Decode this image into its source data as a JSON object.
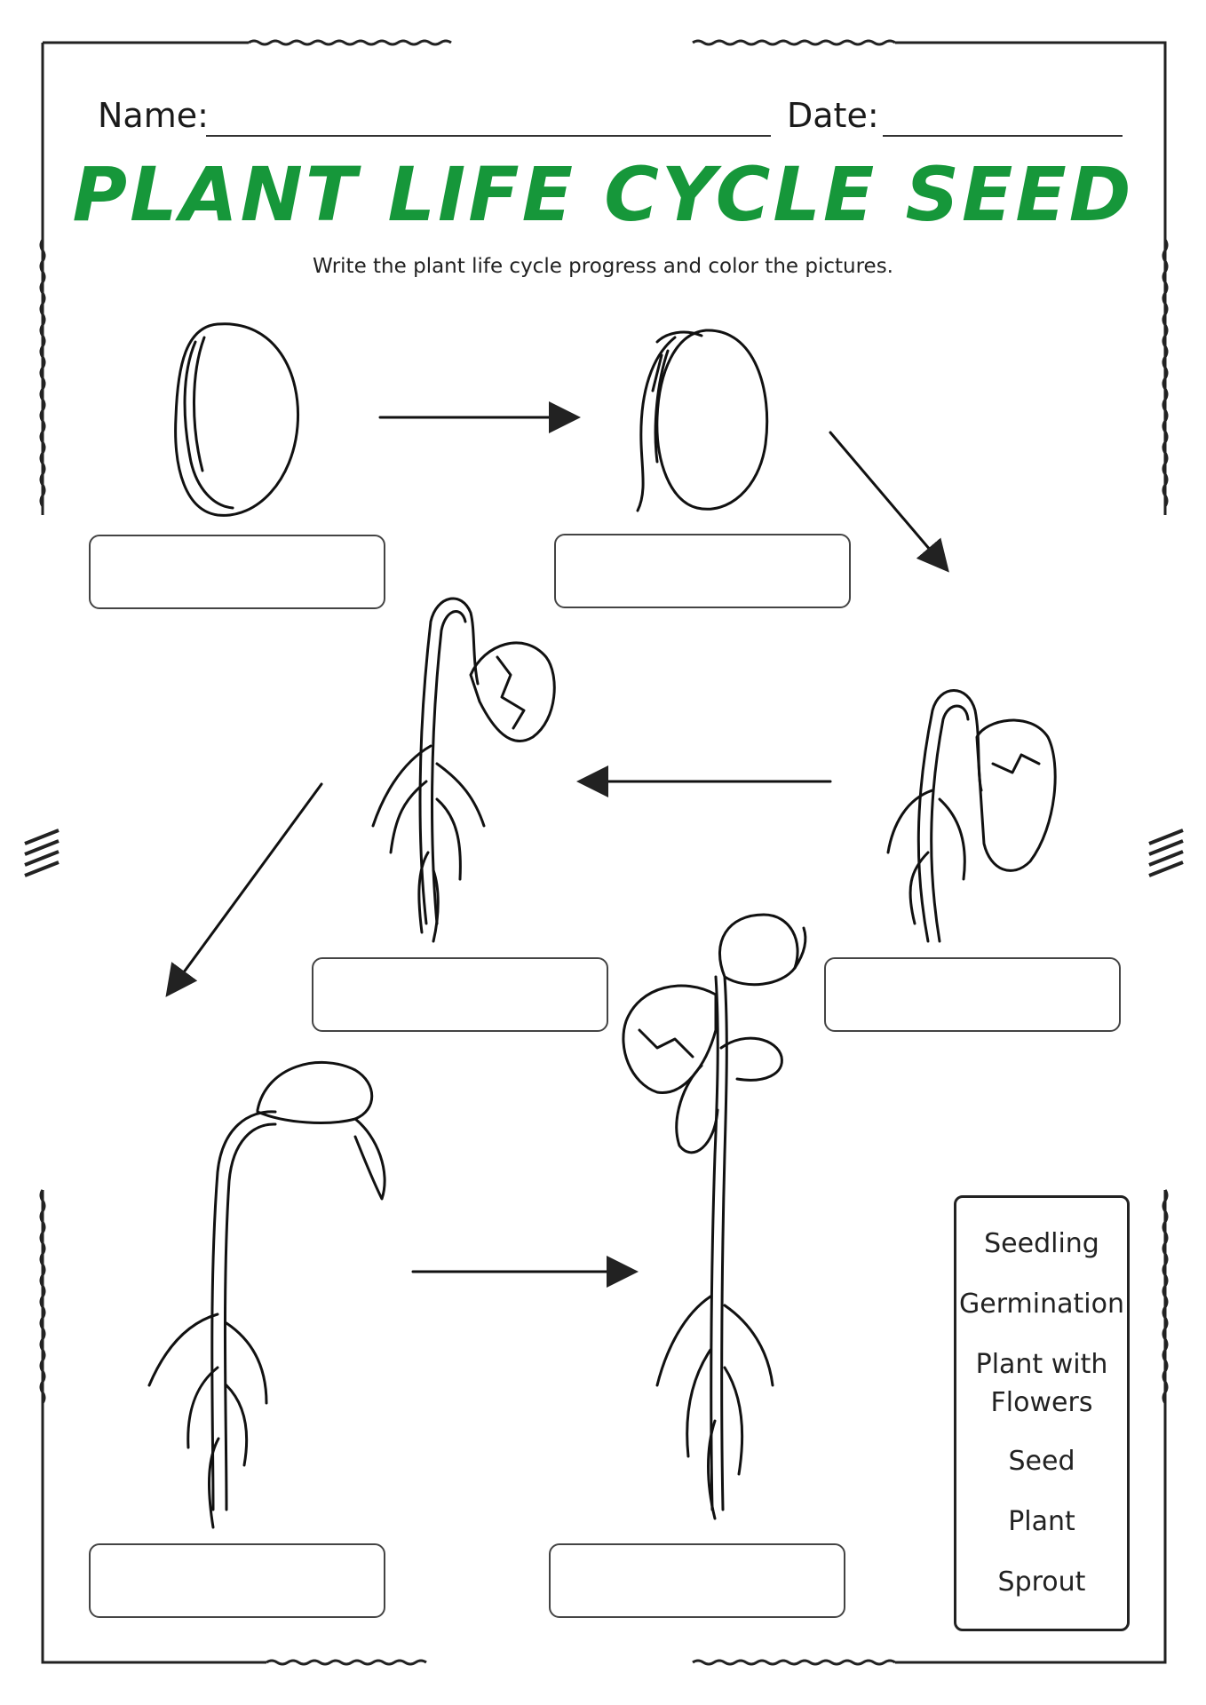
{
  "header": {
    "name_label": "Name:",
    "date_label": "Date:"
  },
  "title": "PLANT LIFE CYCLE SEED",
  "instructions": "Write the plant life cycle progress and color the pictures.",
  "stages": [
    {
      "answer": ""
    },
    {
      "answer": ""
    },
    {
      "answer": ""
    },
    {
      "answer": ""
    },
    {
      "answer": ""
    },
    {
      "answer": ""
    }
  ],
  "word_bank": {
    "words": [
      "Seedling",
      "Germination",
      "Plant with",
      "Flowers",
      "Seed",
      "Plant",
      "Sprout"
    ]
  },
  "colors": {
    "title": "#16973a",
    "ink": "#1a1a1a"
  }
}
